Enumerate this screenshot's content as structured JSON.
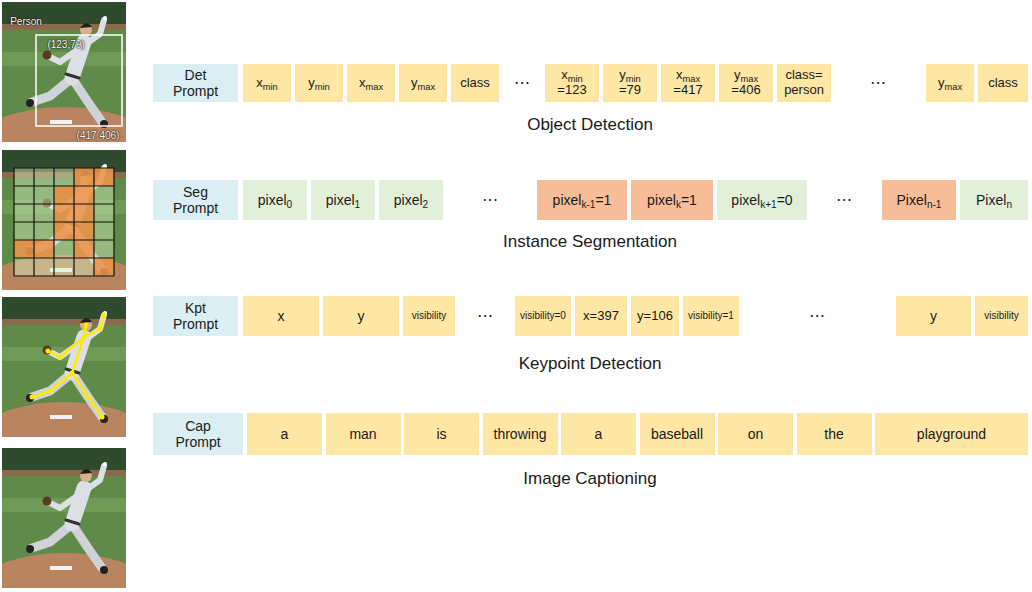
{
  "diagram": {
    "nodes": [
      {
        "text": [
          "Det Prompt"
        ]
      },
      {
        "text": [
          "xmin"
        ]
      },
      {
        "text": [
          "ymin"
        ]
      },
      {
        "text": [
          "xmax"
        ]
      },
      {
        "text": [
          "ymax"
        ]
      },
      {
        "text": [
          "class"
        ]
      },
      {
        "text": [
          "xmin =123"
        ]
      },
      {
        "text": [
          "ymin =79"
        ]
      },
      {
        "text": [
          "xmax =417"
        ]
      },
      {
        "text": [
          "ymax =406"
        ]
      },
      {
        "text": [
          "class= person"
        ]
      },
      {
        "text": [
          "ymax"
        ]
      },
      {
        "text": [
          "class"
        ]
      },
      {
        "text": [
          "Seg Prompt"
        ]
      },
      {
        "text": [
          "pixel0"
        ]
      },
      {
        "text": [
          "pixel1"
        ]
      },
      {
        "text": [
          "pixel2"
        ]
      },
      {
        "text": [
          "pixelk-1=1"
        ]
      },
      {
        "text": [
          "pixelk=1"
        ]
      },
      {
        "text": [
          "pixelk+1=0"
        ]
      },
      {
        "text": [
          "Pixeln-1"
        ]
      },
      {
        "text": [
          "Pixeln"
        ]
      },
      {
        "text": [
          "Kpt Prompt"
        ]
      },
      {
        "text": [
          "x"
        ]
      },
      {
        "text": [
          "y"
        ]
      },
      {
        "text": [
          "visibility"
        ]
      },
      {
        "text": [
          "visibility=0"
        ]
      },
      {
        "text": [
          "x=397"
        ]
      },
      {
        "text": [
          "y=106"
        ]
      },
      {
        "text": [
          "visibility=1"
        ]
      },
      {
        "text": [
          "y"
        ]
      },
      {
        "text": [
          "visibility"
        ]
      },
      {
        "text": [
          "Cap Prompt"
        ]
      },
      {
        "text": [
          "a"
        ]
      },
      {
        "text": [
          "man"
        ]
      },
      {
        "text": [
          "is"
        ]
      },
      {
        "text": [
          "throwing"
        ]
      },
      {
        "text": [
          "a"
        ]
      },
      {
        "text": [
          "baseball"
        ]
      },
      {
        "text": [
          "on"
        ]
      },
      {
        "text": [
          "the"
        ]
      },
      {
        "text": [
          "playground"
        ]
      }
    ],
    "labels": [
      "Person",
      "(123,79)",
      "(417,406)",
      "⋯",
      "⋯",
      "Object Detection",
      "⋯",
      "⋯",
      "Instance Segmentation",
      "⋯",
      "⋯",
      "Keypoint Detection",
      "Image Captioning"
    ]
  }
}
